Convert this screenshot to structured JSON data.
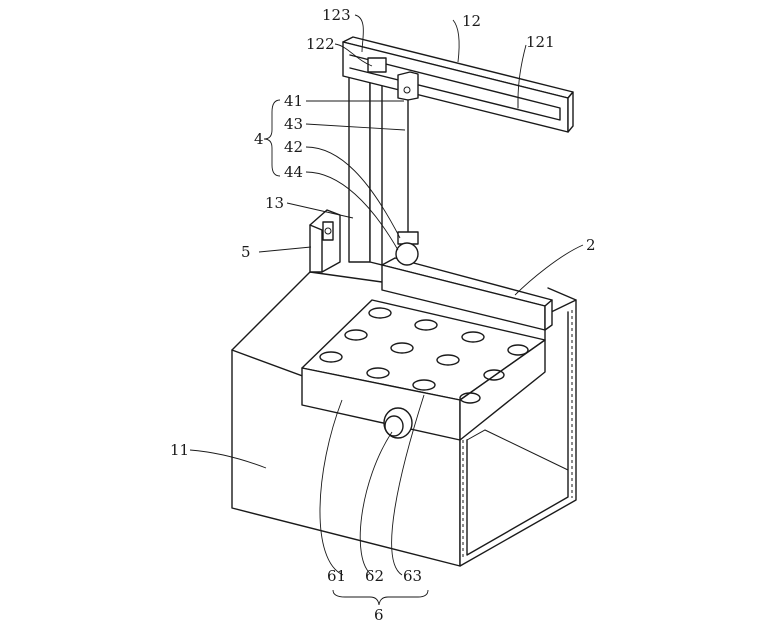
{
  "labels": {
    "l123": "123",
    "l12": "12",
    "l122": "122",
    "l121": "121",
    "l41": "41",
    "l43": "43",
    "l4": "4",
    "l42": "42",
    "l44": "44",
    "l13": "13",
    "l5": "5",
    "l2": "2",
    "l11": "11",
    "l61": "61",
    "l62": "62",
    "l63": "63",
    "l6": "6"
  }
}
